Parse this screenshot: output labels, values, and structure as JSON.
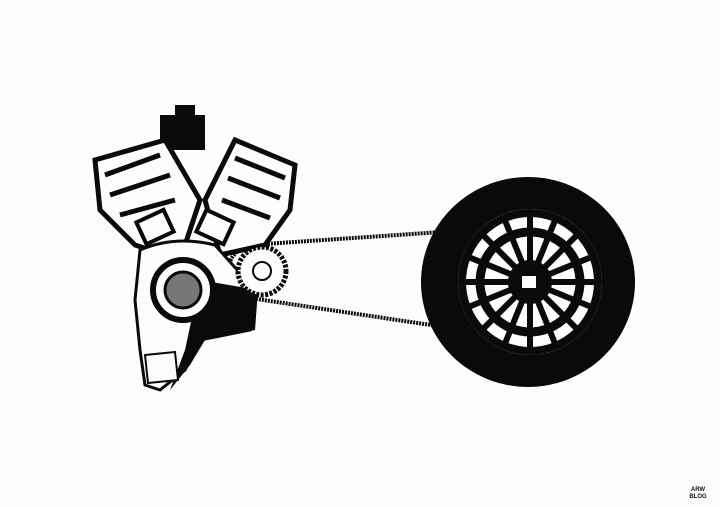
{
  "artwork": {
    "description": "Black ink illustration: a V-twin engine merged with a human skull on the left, connected by a toothed drive belt to a rear motorcycle wheel on the right",
    "colors": {
      "ink": "#0a0a0a",
      "paper": "#fdfdfd",
      "gray": "#777777"
    },
    "elements": {
      "engine_skull": "V-twin engine with pistons rising from a skull",
      "pulley": "small toothed drive pulley beside the skull",
      "belt": "toothed drive belt",
      "wheel": "rear wheel with spoked rim and thick black tire"
    },
    "signature": "ARW\nBLOG"
  }
}
